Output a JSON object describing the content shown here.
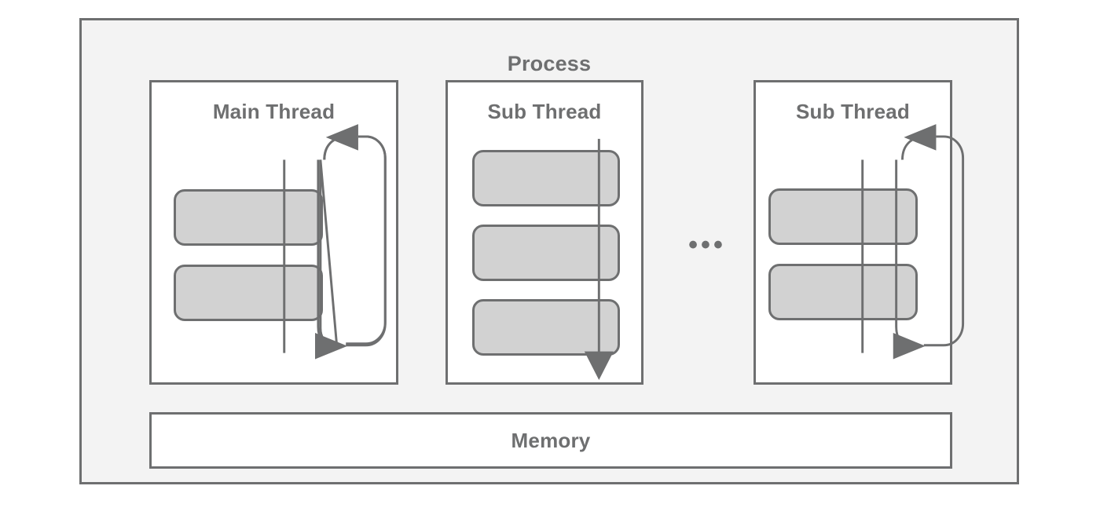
{
  "diagram": {
    "title": "Process",
    "type": "process-thread-memory-architecture",
    "colors": {
      "outline": "#6e6f70",
      "process_fill": "#f3f3f3",
      "thread_fill": "#ffffff",
      "task_fill": "#d2d2d2"
    },
    "threads": [
      {
        "id": "main-thread",
        "label": "Main Thread",
        "task_count": 2,
        "flow": "loop",
        "flow_name": "event-loop-arrow"
      },
      {
        "id": "sub-thread-1",
        "label": "Sub Thread",
        "task_count": 3,
        "flow": "linear-down",
        "flow_name": "sequential-down-arrow"
      },
      {
        "id": "sub-thread-2",
        "label": "Sub Thread",
        "task_count": 2,
        "flow": "loop",
        "flow_name": "event-loop-arrow"
      }
    ],
    "ellipsis": "•••",
    "memory": {
      "label": "Memory"
    }
  }
}
